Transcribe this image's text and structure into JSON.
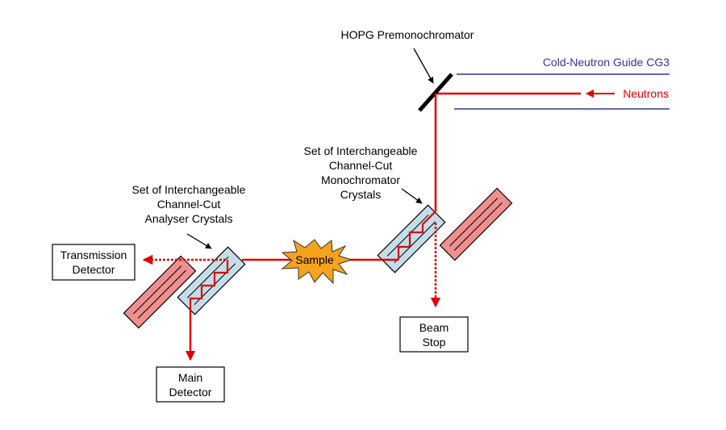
{
  "labels": {
    "premono": "HOPG Premonochromator",
    "guide": "Cold-Neutron Guide CG3",
    "neutrons": "Neutrons",
    "mono": [
      "Set of Interchangeable",
      "Channel-Cut",
      "Monochromator",
      "Crystals"
    ],
    "analyser": [
      "Set of Interchangeable",
      "Channel-Cut",
      "Analyser Crystals"
    ],
    "sample": "Sample",
    "transmission": [
      "Transmission",
      "Detector"
    ],
    "beamstop": [
      "Beam",
      "Stop"
    ],
    "main": [
      "Main",
      "Detector"
    ]
  },
  "colors": {
    "beam": "#dd0000",
    "guide": "#33339a",
    "crystal_active": "#c6dde8",
    "crystal_spare": "#ef8f8f",
    "sample_fill": "#f5a31c"
  }
}
